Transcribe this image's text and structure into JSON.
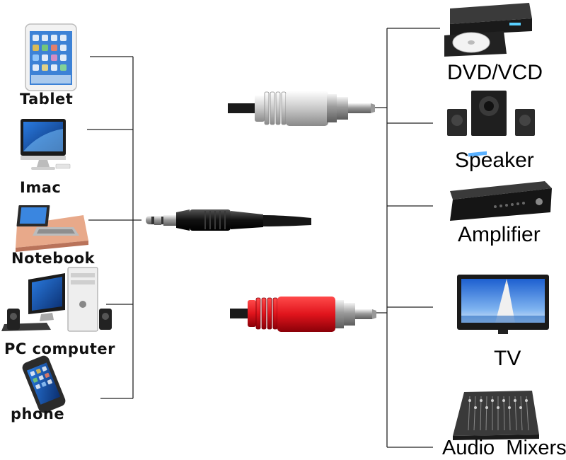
{
  "sources": [
    {
      "name": "tablet",
      "label": "Tablet"
    },
    {
      "name": "imac",
      "label": "Imac"
    },
    {
      "name": "notebook",
      "label": "Notebook"
    },
    {
      "name": "pc-computer",
      "label": "PC computer"
    },
    {
      "name": "phone",
      "label": "phone"
    }
  ],
  "destinations": [
    {
      "name": "dvd-vcd",
      "label": "DVD/VCD"
    },
    {
      "name": "speaker",
      "label": "Speaker"
    },
    {
      "name": "amplifier",
      "label": "Amplifier"
    },
    {
      "name": "tv",
      "label": "TV"
    },
    {
      "name": "audio-mixers",
      "label": "Audio  Mixers"
    }
  ],
  "colors": {
    "line": "#222222",
    "rca_white_plug": "#d9d9d9",
    "rca_red_plug": "#e0141c",
    "cable": "#151515",
    "metal": "#b8b8b8"
  }
}
